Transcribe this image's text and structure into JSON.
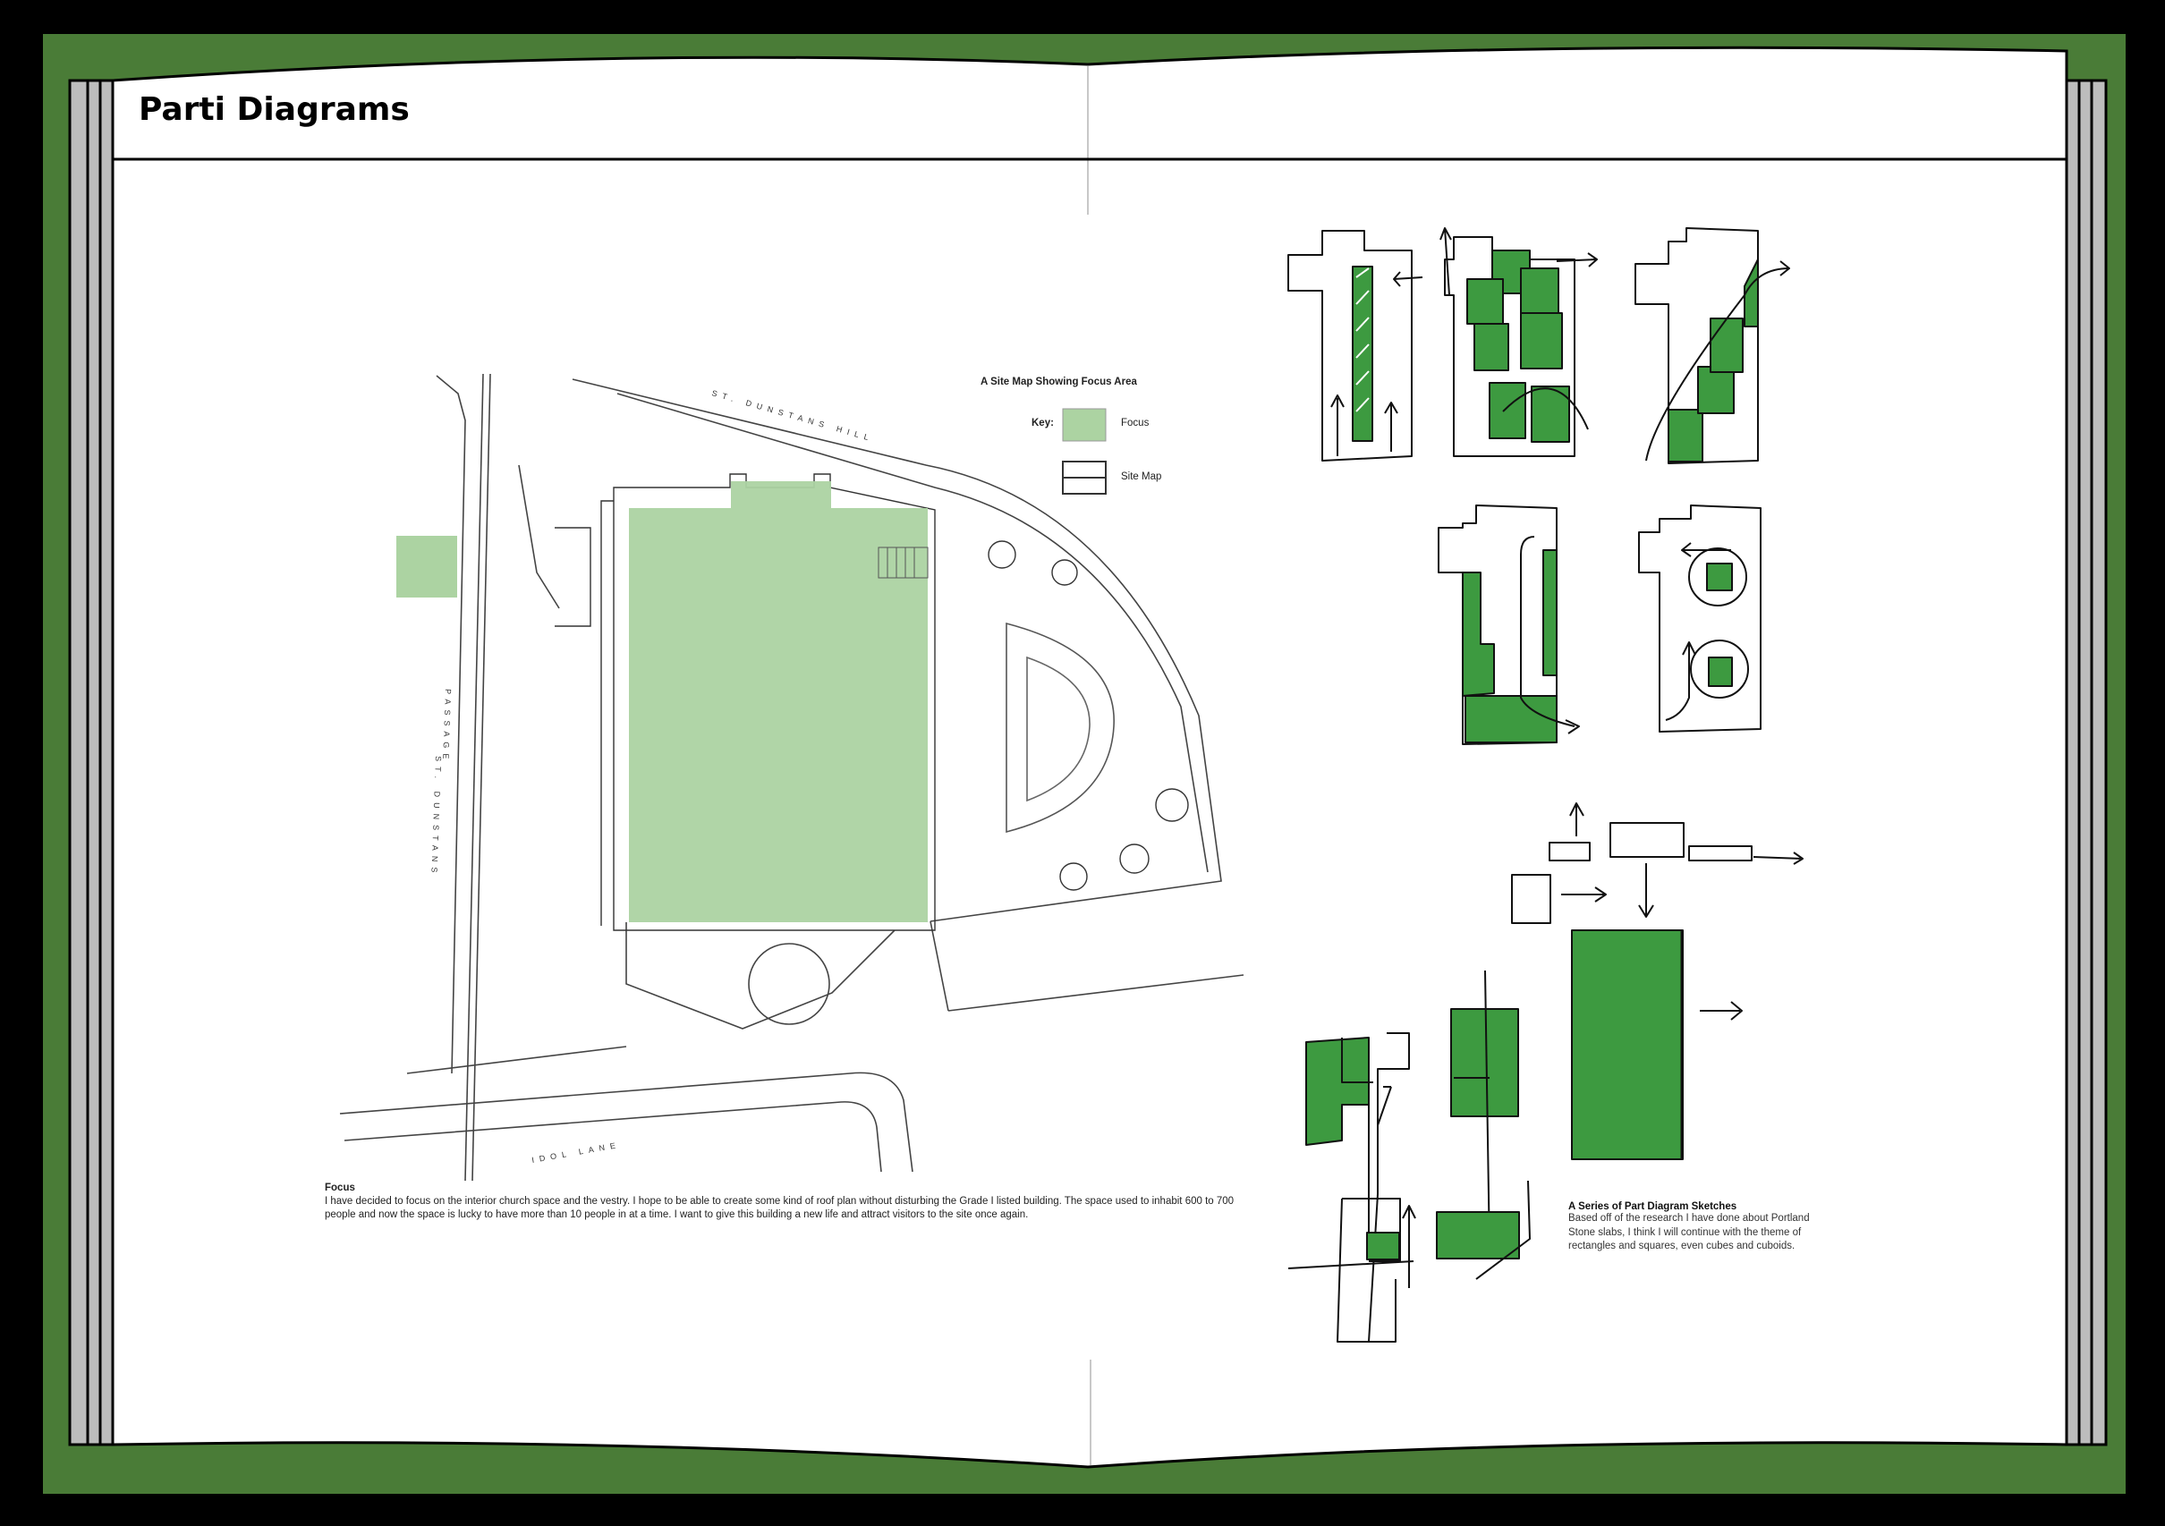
{
  "page": {
    "title": "Parti Diagrams"
  },
  "colors": {
    "frame": "#4a7c37",
    "focus": "#acd3a2",
    "sketch_green": "#3d9a40",
    "page_edge": "#bdbdbd"
  },
  "site_map": {
    "title": "A Site Map Showing Focus Area",
    "key_label": "Key:",
    "legend": [
      {
        "label": "Focus"
      },
      {
        "label": "Site Map"
      }
    ],
    "streets": [
      "ST. DUNSTANS HILL",
      "PASSAGE",
      "ST. DUNSTANS",
      "IDOL LANE"
    ]
  },
  "focus": {
    "heading": "Focus",
    "body": "I have decided to focus on the interior church space and the vestry. I hope to be able to create some kind of roof plan without disturbing the Grade I listed building. The space used to inhabit 600 to 700 people and now the space is lucky to have more than 10 people in at a time. I want to give this building a new life and attract visitors to the site once again."
  },
  "sketches": {
    "heading": "A Series of Part Diagram Sketches",
    "body": "Based off of the research I have done about Portland Stone slabs, I think I will continue with the theme of rectangles and squares, even cubes and cuboids."
  }
}
